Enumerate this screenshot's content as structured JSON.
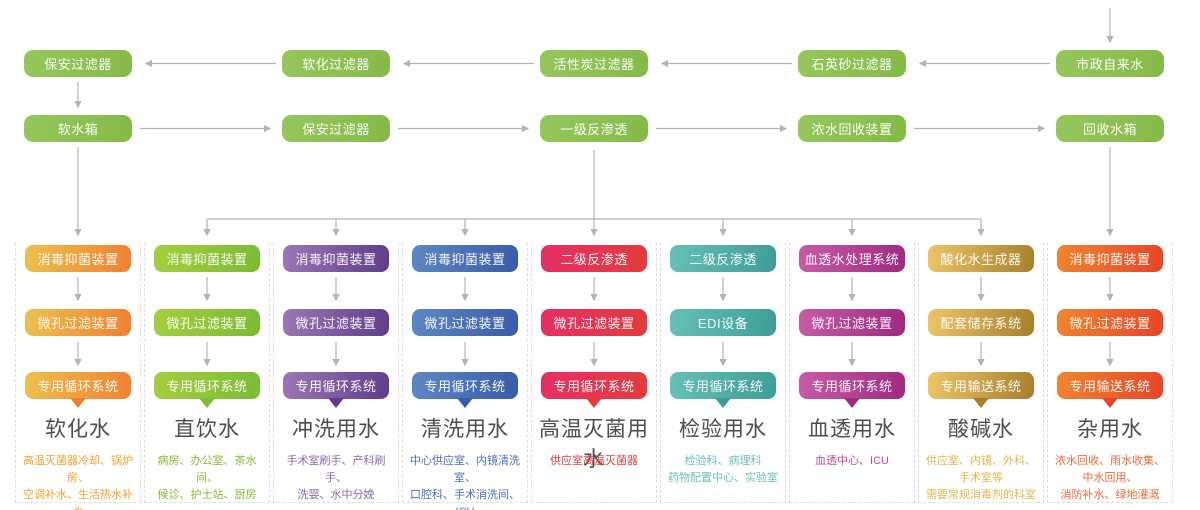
{
  "colors": {
    "arrow": "#b3b3b3",
    "panel_border": "#dcdcdc",
    "title_text": "#4d4d4d"
  },
  "top_flow": {
    "green": {
      "from": "#95c75c",
      "to": "#85ba47"
    },
    "row1": [
      "保安过滤器",
      "软化过滤器",
      "活性炭过滤器",
      "石英砂过滤器",
      "市政自来水"
    ],
    "row2": [
      "软水箱",
      "保安过滤器",
      "一级反渗透",
      "浓水回收装置",
      "回收水箱"
    ]
  },
  "columns": [
    {
      "title": "软化水",
      "steps": [
        "消毒抑菌装置",
        "微孔过滤装置",
        "专用循环系统"
      ],
      "desc": "高温灭菌器冷却、锅炉房、\n空调补水、生活热水补水",
      "colors": {
        "from": "#edc14e",
        "to": "#f08030",
        "desc": "#f5a02c"
      }
    },
    {
      "title": "直饮水",
      "steps": [
        "消毒抑菌装置",
        "微孔过滤装置",
        "专用循环系统"
      ],
      "desc": "病房、办公室、茶水间、\n候诊、护士站、厨房",
      "colors": {
        "from": "#a5ce3e",
        "to": "#7cbb35",
        "desc": "#82bb3a"
      }
    },
    {
      "title": "冲洗用水",
      "steps": [
        "消毒抑菌装置",
        "微孔过滤装置",
        "专用循环系统"
      ],
      "desc": "手术室刷手、产科刷手、\n洗婴、水中分娩",
      "colors": {
        "from": "#9c77b5",
        "to": "#5f3d8c",
        "desc": "#8a67ae"
      }
    },
    {
      "title": "清洗用水",
      "steps": [
        "消毒抑菌装置",
        "微孔过滤装置",
        "专用循环系统"
      ],
      "desc": "中心供应室、内镜清洗室、\n口腔科、手术消洗间、ICU",
      "colors": {
        "from": "#5c88c3",
        "to": "#3a5ba9",
        "desc": "#4a71b5"
      }
    },
    {
      "title": "高温灭菌用水",
      "steps": [
        "二级反渗透",
        "微孔过滤装置",
        "专用循环系统"
      ],
      "desc": "供应室高温灭菌器",
      "colors": {
        "from": "#e72e66",
        "to": "#e23c3c",
        "desc": "#e24040"
      }
    },
    {
      "title": "检验用水",
      "steps": [
        "二级反渗透",
        "EDI设备",
        "专用循环系统"
      ],
      "desc": "检验科、病理科\n药物配置中心、实验室",
      "colors": {
        "from": "#66c1b6",
        "to": "#3e9d97",
        "desc": "#6bc0b6"
      }
    },
    {
      "title": "血透用水",
      "steps": [
        "血透水处理系统",
        "微孔过滤装置",
        "专用循环系统"
      ],
      "desc": "血透中心、ICU",
      "colors": {
        "from": "#c75ca8",
        "to": "#9f2980",
        "desc": "#c04a9e"
      }
    },
    {
      "title": "酸碱水",
      "steps": [
        "酸化水生成器",
        "配套储存系统",
        "专用输送系统"
      ],
      "desc": "供应室、内镜、外科、手术室等\n需要常规消毒剂的科室",
      "colors": {
        "from": "#ecc668",
        "to": "#a87e2c",
        "desc": "#ddb74f"
      }
    },
    {
      "title": "杂用水",
      "steps": [
        "消毒抑菌装置",
        "微孔过滤装置",
        "专用输送系统"
      ],
      "desc": "浓水回收、雨水收集、中水回用、\n消防补水、绿地灌溉",
      "colors": {
        "from": "#f0862f",
        "to": "#e74428",
        "desc": "#ed6a3a"
      }
    }
  ]
}
